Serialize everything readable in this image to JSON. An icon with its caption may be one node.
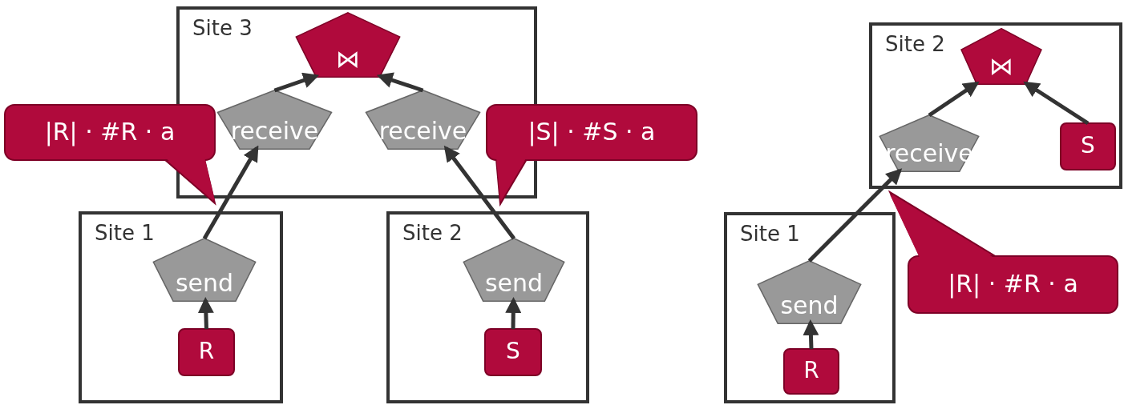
{
  "diagram": {
    "nodes": [
      {
        "text": [
          "Site 3"
        ]
      },
      {
        "text": [
          "⋈"
        ],
        "in": 0
      },
      {
        "text": [
          "receive"
        ],
        "in": 0
      },
      {
        "text": [
          "receive"
        ],
        "in": 0
      },
      {
        "text": [
          "Site 1"
        ]
      },
      {
        "text": [
          "send"
        ],
        "in": 4
      },
      {
        "text": [
          "R"
        ],
        "in": 4
      },
      {
        "text": [
          "Site 2"
        ]
      },
      {
        "text": [
          "send"
        ],
        "in": 7
      },
      {
        "text": [
          "S"
        ],
        "in": 7
      },
      {
        "text": [
          "|R| · #R · a"
        ]
      },
      {
        "text": [
          "|S| · #S · a"
        ]
      },
      {
        "text": [
          "Site 2"
        ]
      },
      {
        "text": [
          "⋈"
        ],
        "in": 12
      },
      {
        "text": [
          "receive"
        ],
        "in": 12
      },
      {
        "text": [
          "S"
        ],
        "in": 12
      },
      {
        "text": [
          "Site 1"
        ]
      },
      {
        "text": [
          "send"
        ],
        "in": 16
      },
      {
        "text": [
          "R"
        ],
        "in": 16
      },
      {
        "text": [
          "|R| · #R · a"
        ]
      }
    ],
    "edges": [
      {
        "from": 6,
        "to": 5,
        "arrow": "to"
      },
      {
        "from": 5,
        "to": 2,
        "arrow": "to"
      },
      {
        "from": 2,
        "to": 1,
        "arrow": "to"
      },
      {
        "from": 3,
        "to": 1,
        "arrow": "to"
      },
      {
        "from": 8,
        "to": 3,
        "arrow": "to"
      },
      {
        "from": 9,
        "to": 8,
        "arrow": "to"
      },
      {
        "from": 18,
        "to": 17,
        "arrow": "to"
      },
      {
        "from": 17,
        "to": 14,
        "arrow": "to"
      },
      {
        "from": 14,
        "to": 13,
        "arrow": "to"
      },
      {
        "from": 15,
        "to": 13,
        "arrow": "to"
      }
    ]
  }
}
